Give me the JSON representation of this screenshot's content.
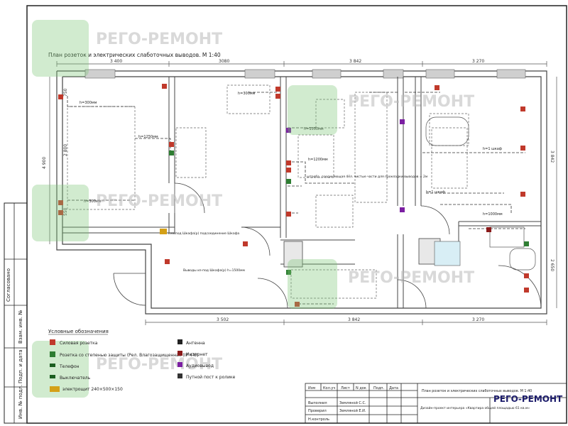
{
  "title": "План розеток и электрических слаботочных выводов. М 1:40",
  "watermark": "РЕГО-РЕМОНТ",
  "dimensions": {
    "top": [
      "3 400",
      "3080",
      "3 842",
      "3 270"
    ],
    "bottom": [
      "3 502",
      "3 842",
      "3 270"
    ],
    "left": [
      "4 900",
      "2 800",
      "750",
      "550"
    ],
    "right": [
      "3 842",
      "2 650"
    ]
  },
  "heights": [
    "h=300мм",
    "h=1250мм",
    "h=1500мм",
    "h=1200мм",
    "h=1000мм",
    "h=300мм",
    "h=300мм",
    "h=1 шкаф",
    "h=1 шкаф"
  ],
  "notes": [
    "штроба, соединяющая 4ёл. чистые части для прокладки выводов = 2м",
    "Выводы из-под Шкафа(р) h=1500мм",
    "из под Шкафа(р) подсоединение Шкафа"
  ],
  "legend": {
    "heading": "Условные обозначения",
    "items_left": [
      {
        "label": "Силовая розетка",
        "color": "#c0392b",
        "sym": "x"
      },
      {
        "label": "Розетка со степенью защиты (Рел. Влагозащищенная (IP 44))",
        "color": "#2e7d32",
        "sym": "x"
      },
      {
        "label": "Телефон",
        "color": "#1b5e20",
        "sym": "bar"
      },
      {
        "label": "Выключатель",
        "color": "#1b5e20",
        "sym": "bar"
      },
      {
        "label": "электрощит 240×500×150",
        "color": "#d4a017",
        "sym": "hatch"
      }
    ],
    "items_right": [
      {
        "label": "Антенна",
        "color": "#222222",
        "sym": "sq"
      },
      {
        "label": "Интернет",
        "color": "#8b1a1a",
        "sym": "sq"
      },
      {
        "label": "Аудиовывод",
        "color": "#7b1fa2",
        "sym": "sq"
      },
      {
        "label": "Путной пост к ролике",
        "color": "#333333",
        "sym": "sq"
      }
    ]
  },
  "titleblock": {
    "headers": [
      "Изм",
      "Кол.уч",
      "Лист",
      "N док",
      "Подп.",
      "Дата"
    ],
    "rows": [
      [
        "Выполнил",
        "Земляной С.С."
      ],
      [
        "Проверил",
        "Земляной Е.И."
      ],
      [
        "Н.контроль",
        ""
      ]
    ],
    "sheet_title": "План розеток и электрических слаботочных выводов. М 1:40",
    "project": "Дизайн-проект интерьера «Квартира общей площадью 61 кв.м»",
    "brand": "РЕГО-РЕМОНТ"
  },
  "side_stamps": [
    "Инв. № подл.",
    "Подп. и дата",
    "Взам. инв. №",
    "Согласовано"
  ],
  "colors": {
    "wall": "#444444",
    "dim": "#555555",
    "socket_red": "#c0392b",
    "socket_green": "#2e7d32",
    "accent": "#7b1fa2"
  }
}
